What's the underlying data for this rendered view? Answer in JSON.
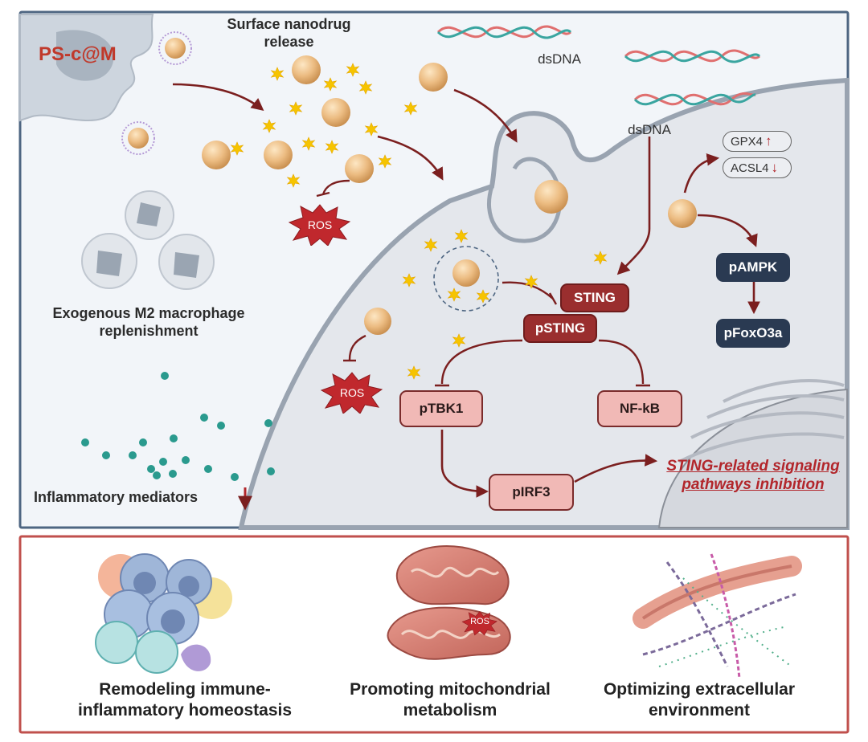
{
  "labels": {
    "surface_release": "Surface nanodrug release",
    "ps_cm": "PS-c@M",
    "dsdna_top": "dsDNA",
    "dsdna_cell": "dsDNA",
    "ros": "ROS",
    "m2": "Exogenous M2 macrophage replenishment",
    "inflammatory": "Inflammatory mediators",
    "summary": "STING-related signaling pathways inhibition"
  },
  "nodes": {
    "sting": "STING",
    "psting": "pSTING",
    "ptbk1": "pTBK1",
    "nfkb": "NF-kB",
    "pirf3": "pIRF3",
    "gpx4": "GPX4",
    "acsl4": "ACSL4",
    "pampk": "pAMPK",
    "pfoxo3a": "pFoxO3a"
  },
  "arrows": {
    "gpx4": "up",
    "acsl4": "down",
    "inflammatory": "down"
  },
  "outcomes": [
    {
      "title": "Remodeling immune-inflammatory homeostasis"
    },
    {
      "title": "Promoting mitochondrial metabolism"
    },
    {
      "title": "Optimizing extracellular environment"
    }
  ],
  "colors": {
    "frame_top": "#4e6682",
    "frame_bottom": "#c0504d",
    "arrow": "#7b1f1f",
    "nanoparticle": "#e8b77a",
    "sparkle": "#f6c400",
    "ros": "#c0282d",
    "mediator": "#2a9a8e"
  },
  "icons": [
    "nanoparticle",
    "sparkle",
    "ros-burst",
    "dna-helix",
    "macrophage",
    "mitochondrion",
    "extracellular-matrix"
  ]
}
